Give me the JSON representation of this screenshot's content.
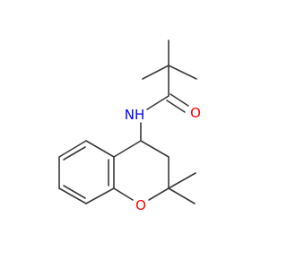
{
  "structure": {
    "atoms": {
      "O_carbonyl": {
        "label": "O",
        "color": "#ff0000"
      },
      "N_amide": {
        "label": "NH",
        "color": "#0000ff"
      },
      "O_ring": {
        "label": "O",
        "color": "#ff0000"
      }
    },
    "bond_color": "#3a3a3a"
  }
}
